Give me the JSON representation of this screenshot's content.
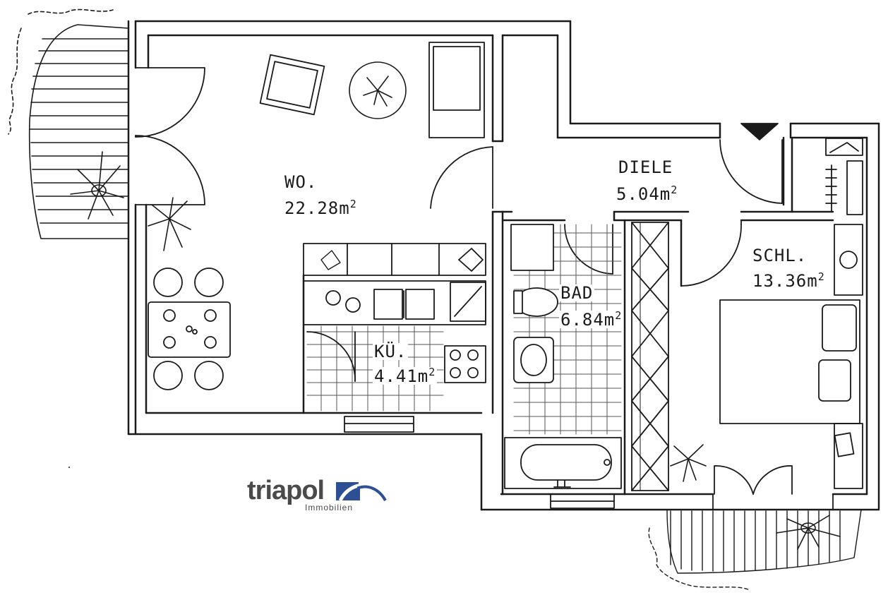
{
  "rooms": [
    {
      "id": "wo",
      "name": "WO.",
      "area": "22.28m",
      "unit_sup": "2"
    },
    {
      "id": "diele",
      "name": "DIELE",
      "area": "5.04m",
      "unit_sup": "2"
    },
    {
      "id": "schl",
      "name": "SCHL.",
      "area": "13.36m",
      "unit_sup": "2"
    },
    {
      "id": "bad",
      "name": "BAD",
      "area": "6.84m",
      "unit_sup": "2"
    },
    {
      "id": "kue",
      "name": "KÜ.",
      "area": "4.41m",
      "unit_sup": "2"
    }
  ],
  "logo": {
    "word": "triapol",
    "sub": "Immobilien",
    "color": "#2d4f93"
  },
  "colors": {
    "line": "#1a1a1a",
    "background": "#ffffff"
  }
}
